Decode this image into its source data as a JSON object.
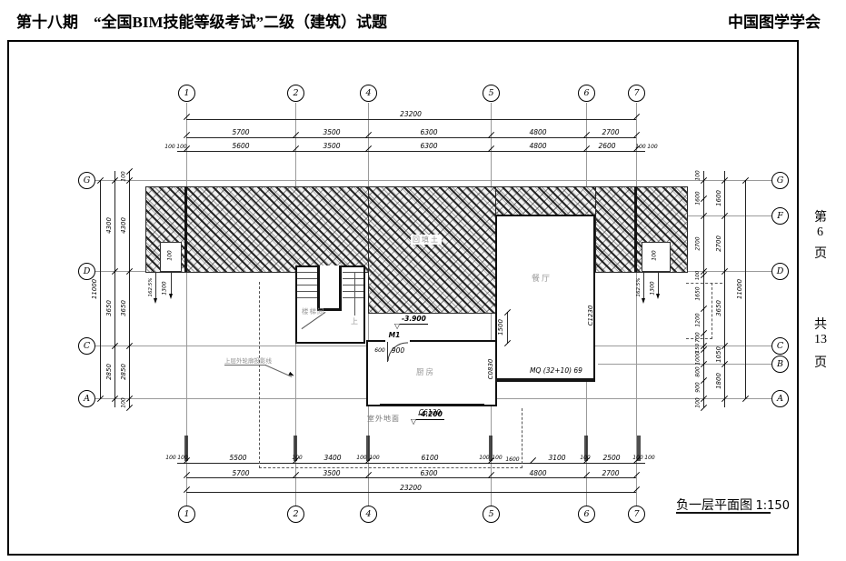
{
  "header": {
    "left": "第十八期　“全国BIM技能等级考试”二级（建筑）试题",
    "right": "中国图学学会"
  },
  "sidebar": {
    "page": [
      "第",
      "6",
      "页"
    ],
    "total": [
      "共",
      "13",
      "页"
    ]
  },
  "grid": {
    "cols": [
      "1",
      "2",
      "4",
      "5",
      "6",
      "7"
    ],
    "left_rows": [
      "G",
      "D",
      "C",
      "A"
    ],
    "right_rows": [
      "G",
      "F",
      "D",
      "C",
      "B",
      "A"
    ]
  },
  "dims": {
    "top_overall": "23200",
    "top_major": [
      "5700",
      "3500",
      "6300",
      "4800",
      "2700"
    ],
    "top_minor": [
      "100",
      "100",
      "5600",
      "3500",
      "6300",
      "4800",
      "2600",
      "100",
      "100"
    ],
    "bottom_minor": [
      "100",
      "100",
      "5500",
      "100",
      "3400",
      "100",
      "100",
      "6100",
      "100",
      "100",
      "1600",
      "3100",
      "100",
      "2500",
      "100",
      "100"
    ],
    "bottom_major": [
      "5700",
      "3500",
      "6300",
      "4800",
      "2700"
    ],
    "bottom_overall": "23200",
    "left_overall": "11000",
    "left_major": [
      "4300",
      "3650",
      "2850"
    ],
    "left_minor": [
      "100",
      "4300",
      "3650",
      "2850",
      "100"
    ],
    "right_overall": "11000",
    "right_major": [
      "1600",
      "2700",
      "3650",
      "1050",
      "1800"
    ],
    "right_minor": [
      "100",
      "1600",
      "2700",
      "100",
      "1650",
      "1200",
      "700",
      "150",
      "1000",
      "800",
      "900",
      "100"
    ],
    "dining_height": "1500",
    "slope_left": [
      "162.5%",
      "1300",
      "100"
    ],
    "slope_right": [
      "162.5%",
      "1300",
      "100"
    ],
    "door_widths": [
      "600",
      "900"
    ]
  },
  "plan": {
    "rooms": {
      "stair": "楼梯间",
      "up": "上",
      "backfill": "回填土",
      "dining": "餐厅",
      "kitchen": "厨房"
    },
    "levels": {
      "basement": "-3.900",
      "outdoor_label": "室外地面",
      "outdoor": "-4.200"
    },
    "tags": {
      "door": "M1",
      "window_kitchen": "C6130",
      "window_side": "C0830",
      "window_dining": "C1230",
      "curtain": "MQ (32+10) 69"
    },
    "notes": {
      "upper_outline": "上层外轮廓投影线"
    },
    "title": {
      "name": "负一层平面图",
      "scale": "1:150"
    }
  }
}
